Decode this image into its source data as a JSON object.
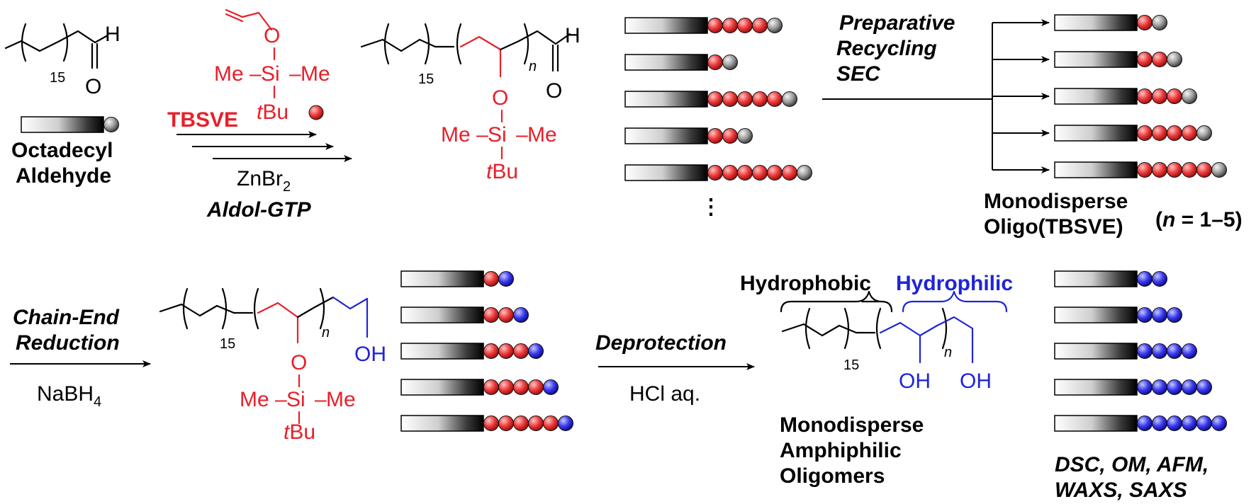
{
  "colors": {
    "red_bead": "#e8202a",
    "blue_bead": "#1f24d6",
    "end_bead": "#8a8a8a",
    "text": "#000000"
  },
  "labels": {
    "H": "H",
    "O": "O",
    "OH": "OH",
    "Me": "Me",
    "Si": "Si",
    "t": "t",
    "Bu": "Bu",
    "n": "n",
    "sub15": "15",
    "dash": "–",
    "dots": "⋮"
  },
  "start": {
    "name_line1": "Octadecyl",
    "name_line2": "Aldehyde"
  },
  "step1": {
    "reagent": "TBSVE",
    "catalyst_main": "ZnBr",
    "catalyst_sub": "2",
    "method": "Aldol-GTP"
  },
  "separation": {
    "line1": "Preparative",
    "line2": "Recycling",
    "line3": "SEC"
  },
  "oligo_result": {
    "line1": "Monodisperse",
    "line2": "Oligo(TBSVE)",
    "range_open": "(",
    "range_n": "n",
    "range_close": " = 1–5)"
  },
  "step2": {
    "line1": "Chain-End",
    "line2": "Reduction",
    "reagent_main": "NaBH",
    "reagent_sub": "4"
  },
  "step3": {
    "name": "Deprotection",
    "reagent": "HCl aq."
  },
  "amphiphile": {
    "hydrophobic": "Hydrophobic",
    "hydrophilic": "Hydrophilic",
    "line1": "Monodisperse",
    "line2": "Amphiphilic",
    "line3": "Oligomers"
  },
  "analysis": {
    "line1": "DSC, OM, AFM,",
    "line2": "WAXS, SAXS"
  },
  "bead_rows": {
    "aldol_mixture": [
      {
        "red": 4,
        "blue": 0,
        "end": 1
      },
      {
        "red": 1,
        "blue": 0,
        "end": 1
      },
      {
        "red": 5,
        "blue": 0,
        "end": 1
      },
      {
        "red": 2,
        "blue": 0,
        "end": 1
      },
      {
        "red": 6,
        "blue": 0,
        "end": 1
      }
    ],
    "separated": [
      {
        "red": 1,
        "blue": 0,
        "end": 1
      },
      {
        "red": 2,
        "blue": 0,
        "end": 1
      },
      {
        "red": 3,
        "blue": 0,
        "end": 1
      },
      {
        "red": 4,
        "blue": 0,
        "end": 1
      },
      {
        "red": 5,
        "blue": 0,
        "end": 1
      }
    ],
    "reduced": [
      {
        "red": 1,
        "blue": 1,
        "end": 0
      },
      {
        "red": 2,
        "blue": 1,
        "end": 0
      },
      {
        "red": 3,
        "blue": 1,
        "end": 0
      },
      {
        "red": 4,
        "blue": 1,
        "end": 0
      },
      {
        "red": 5,
        "blue": 1,
        "end": 0
      }
    ],
    "deprotected": [
      {
        "red": 0,
        "blue": 2,
        "end": 0
      },
      {
        "red": 0,
        "blue": 3,
        "end": 0
      },
      {
        "red": 0,
        "blue": 4,
        "end": 0
      },
      {
        "red": 0,
        "blue": 5,
        "end": 0
      },
      {
        "red": 0,
        "blue": 6,
        "end": 0
      }
    ]
  }
}
